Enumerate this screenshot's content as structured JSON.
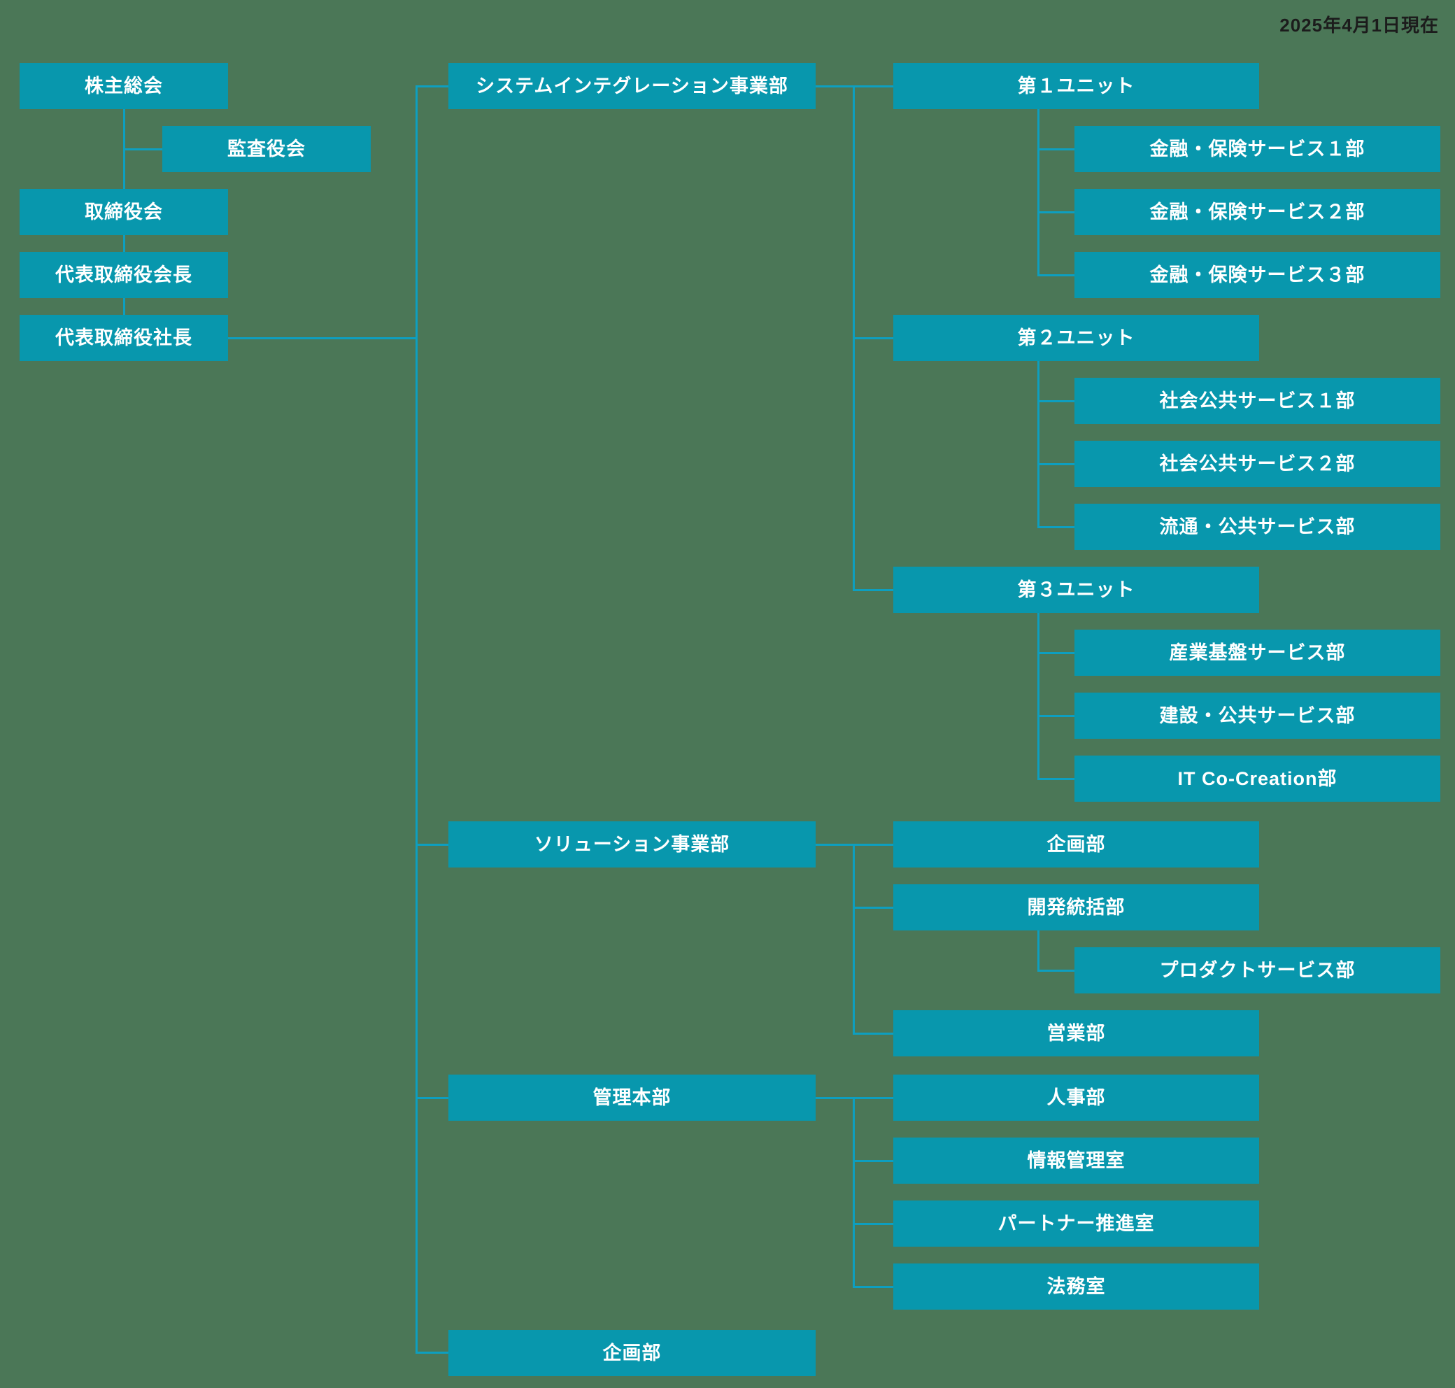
{
  "page": {
    "as_of_note": "2025年4月1日現在"
  },
  "colors": {
    "background": "#4b7757",
    "box_fill": "#0897ad",
    "box_text": "#ffffff",
    "connector_line": "#0d9fc0",
    "note_text": "#1c1c1c"
  },
  "nodes": [
    {
      "id": "shareholders-meeting",
      "label": "株主総会"
    },
    {
      "id": "audit-committee",
      "label": "監査役会"
    },
    {
      "id": "board-of-directors",
      "label": "取締役会"
    },
    {
      "id": "representative-director-chairman",
      "label": "代表取締役会長"
    },
    {
      "id": "representative-director-president",
      "label": "代表取締役社長"
    },
    {
      "id": "system-integration-division",
      "label": "システムインテグレーション事業部"
    },
    {
      "id": "solution-division",
      "label": "ソリューション事業部"
    },
    {
      "id": "administration-headquarters",
      "label": "管理本部"
    },
    {
      "id": "corporate-planning-dept",
      "label": "企画部"
    },
    {
      "id": "unit-1",
      "label": "第１ユニット"
    },
    {
      "id": "unit-2",
      "label": "第２ユニット"
    },
    {
      "id": "unit-3",
      "label": "第３ユニット"
    },
    {
      "id": "solution-planning-dept",
      "label": "企画部"
    },
    {
      "id": "development-management-dept",
      "label": "開発統括部"
    },
    {
      "id": "sales-dept",
      "label": "営業部"
    },
    {
      "id": "hr-dept",
      "label": "人事部"
    },
    {
      "id": "information-management-office",
      "label": "情報管理室"
    },
    {
      "id": "partner-promotion-office",
      "label": "パートナー推進室"
    },
    {
      "id": "legal-office",
      "label": "法務室"
    },
    {
      "id": "finance-insurance-service-dept-1",
      "label": "金融・保険サービス１部"
    },
    {
      "id": "finance-insurance-service-dept-2",
      "label": "金融・保険サービス２部"
    },
    {
      "id": "finance-insurance-service-dept-3",
      "label": "金融・保険サービス３部"
    },
    {
      "id": "social-public-service-dept-1",
      "label": "社会公共サービス１部"
    },
    {
      "id": "social-public-service-dept-2",
      "label": "社会公共サービス２部"
    },
    {
      "id": "distribution-public-service-dept",
      "label": "流通・公共サービス部"
    },
    {
      "id": "industrial-infrastructure-service-dept",
      "label": "産業基盤サービス部"
    },
    {
      "id": "construction-public-service-dept",
      "label": "建設・公共サービス部"
    },
    {
      "id": "it-co-creation-dept",
      "label": "IT Co-Creation部"
    },
    {
      "id": "product-service-dept",
      "label": "プロダクトサービス部"
    }
  ]
}
